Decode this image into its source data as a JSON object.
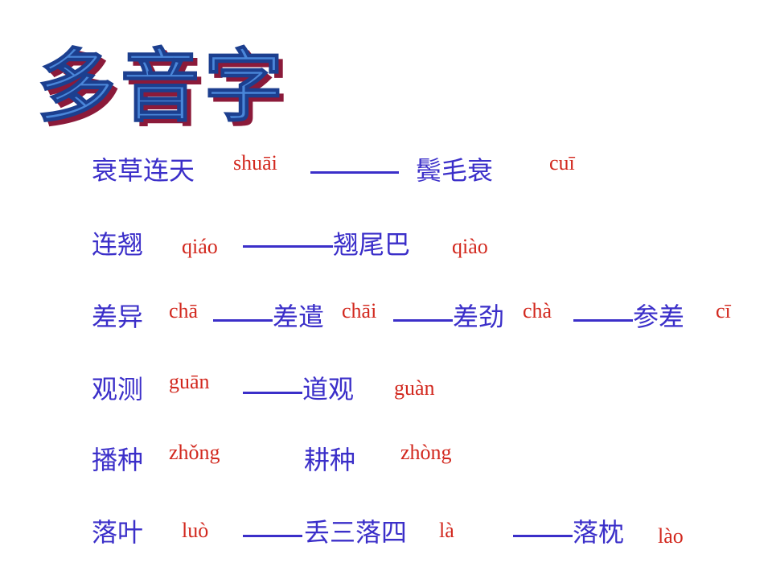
{
  "title": "多音字",
  "rows": [
    {
      "w1": "衰草连天",
      "p1": "shuāi",
      "w2": "鬓毛衰",
      "p2": "cuī"
    },
    {
      "w1": "连翘",
      "p1": "qiáo",
      "w2": "翘尾巴",
      "p2": "qiào"
    },
    {
      "w1": "差异",
      "p1": "chā",
      "w2": "差遣",
      "p2": "chāi",
      "w3": "差劲",
      "p3": "chà",
      "w4": "参差",
      "p4": "cī"
    },
    {
      "w1": "观测",
      "p1": "guān",
      "w2": "道观",
      "p2": "guàn"
    },
    {
      "w1": "播种",
      "p1": "zhǒng",
      "w2": "耕种",
      "p2": "zhòng"
    },
    {
      "w1": "落叶",
      "p1": "luò",
      "w2": "丢三落四",
      "p2": "là",
      "w3": "落枕",
      "p3": "lào"
    }
  ],
  "colors": {
    "word": "#3b2fc9",
    "pinyin": "#d2281e",
    "title_fill": "#4a86d9",
    "title_shadow": "#8b1a3a"
  }
}
